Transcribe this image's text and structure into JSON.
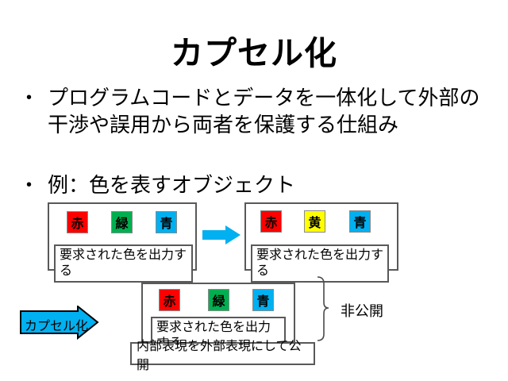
{
  "slide": {
    "title": "カプセル化",
    "bullet_char": "•",
    "bullet1_line1": "プログラムコードとデータを一体化して外部の",
    "bullet1_line2": "干渉や誤用から両者を保護する仕組み",
    "bullet2": "例：色を表すオブジェクト"
  },
  "colors": {
    "red": "#FF0000",
    "green": "#00B050",
    "blue": "#00B0F0",
    "yellow": "#FFFF00",
    "accent_arrow": "#00B0F0",
    "box_border": "#595959"
  },
  "diagram": {
    "box_before": {
      "squares": [
        {
          "label": "赤",
          "color": "#FF0000"
        },
        {
          "label": "緑",
          "color": "#00B050"
        },
        {
          "label": "青",
          "color": "#00B0F0"
        }
      ],
      "method": "要求された色を出力する"
    },
    "box_after": {
      "squares": [
        {
          "label": "赤",
          "color": "#FF0000"
        },
        {
          "label": "黄",
          "color": "#FFFF00"
        },
        {
          "label": "青",
          "color": "#00B0F0"
        }
      ],
      "method": "要求された色を出力する"
    },
    "box_encapsulated": {
      "squares": [
        {
          "label": "赤",
          "color": "#FF0000"
        },
        {
          "label": "緑",
          "color": "#00B050"
        },
        {
          "label": "青",
          "color": "#00B0F0"
        }
      ],
      "method": "要求された色を出力する"
    },
    "encapsulation_arrow_label": "カプセル化",
    "private_label": "非公開",
    "publish_label": "内部表現を外部表現にして公開"
  }
}
